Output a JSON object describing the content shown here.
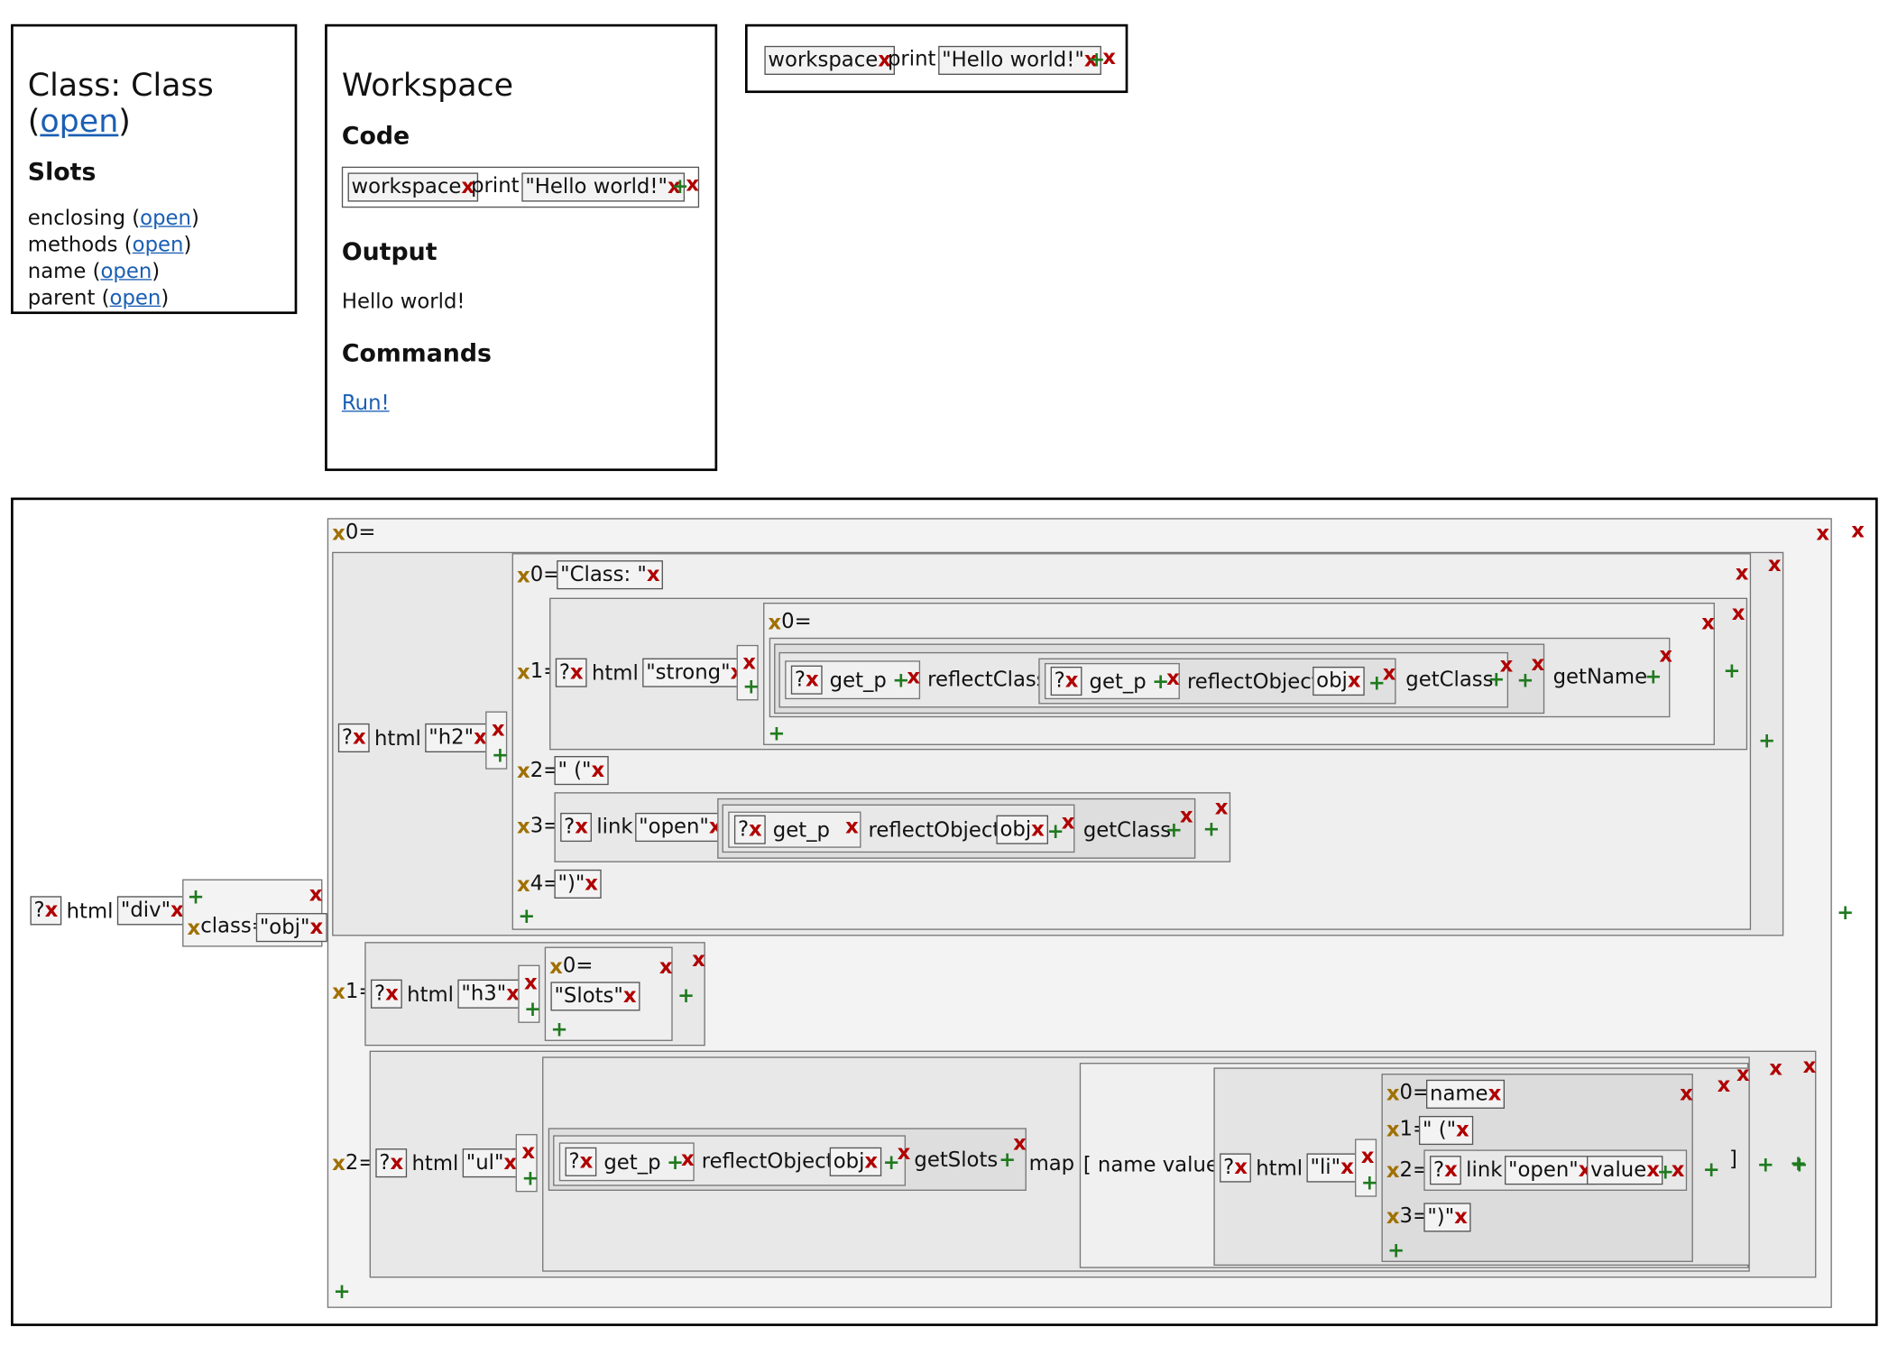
{
  "class_window": {
    "title_prefix": "Class: Class (",
    "title_link": "open",
    "title_suffix": ")",
    "slots_heading": "Slots",
    "slots": [
      {
        "name": "enclosing"
      },
      {
        "name": "methods"
      },
      {
        "name": "name"
      },
      {
        "name": "parent"
      }
    ],
    "link": "open"
  },
  "workspace_window": {
    "title": "Workspace",
    "code_heading": "Code",
    "code": {
      "receiver": "workspace",
      "message": "print",
      "arg": "\"Hello world!\""
    },
    "output_heading": "Output",
    "output": "Hello world!",
    "commands_heading": "Commands",
    "run": "Run!"
  },
  "floating_code": {
    "receiver": "workspace",
    "message": "print",
    "arg": "\"Hello world!\""
  },
  "glyphs": {
    "remove": "x",
    "add": "+",
    "hole": "?"
  },
  "tree": {
    "root": {
      "html": "html",
      "tag": "\"div\"",
      "attr_key": "class=",
      "attr_val": "\"obj\""
    },
    "idx": {
      "i0": "0=",
      "i1": "1=",
      "i2": "2=",
      "i3": "3=",
      "i4": "4="
    },
    "h2": {
      "tag": "\"h2\"",
      "class_str": "\"Class: \"",
      "strong": "\"strong\"",
      "get_p": "get_p",
      "reflectClass": "reflectClass",
      "reflectObject": "reflectObject",
      "obj": "obj",
      "getClass": "getClass",
      "getName": "getName",
      "open_paren": "\" (\"",
      "link": "link",
      "open": "\"open\"",
      "close_paren": "\")\""
    },
    "h3": {
      "tag": "\"h3\"",
      "slots": "\"Slots\""
    },
    "ul": {
      "tag": "\"ul\"",
      "getSlots": "getSlots",
      "map": "map",
      "block": "[ name value |",
      "li": "\"li\"",
      "name": "name",
      "value": "value",
      "bracket": "]"
    }
  }
}
